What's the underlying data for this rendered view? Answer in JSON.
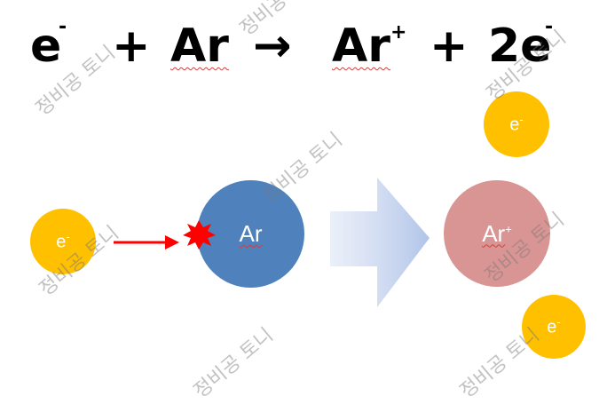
{
  "equation": {
    "e": "e",
    "e_sup": "-",
    "plus1": "+",
    "ar": "Ar",
    "arrow": "→",
    "ar2": "Ar",
    "ar2_sup": "+",
    "plus2": "+",
    "two_e": "2e",
    "two_e_sup": "-"
  },
  "particles": {
    "incoming_electron": "e",
    "incoming_electron_sup": "-",
    "argon_atom": "Ar",
    "argon_ion": "Ar",
    "argon_ion_sup": "+",
    "released_electron_top": "e",
    "released_electron_top_sup": "-",
    "released_electron_bottom": "e",
    "released_electron_bottom_sup": "-"
  },
  "watermark": "정비공 토니",
  "colors": {
    "electron": "#ffc000",
    "argon": "#4f81bd",
    "argon_ion": "#d99594",
    "impact_arrow": "#ff0000",
    "process_arrow": "#c5d3ef"
  }
}
